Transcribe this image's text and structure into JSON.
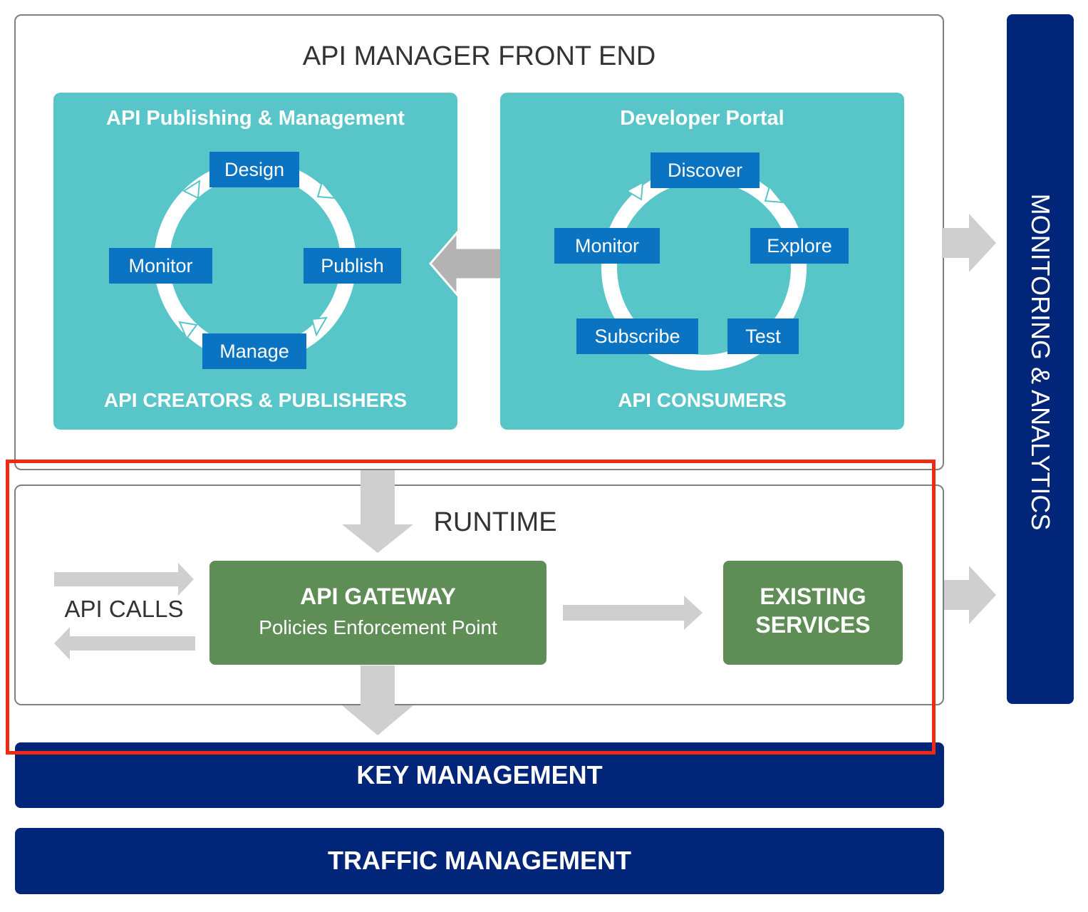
{
  "front_end": {
    "title": "API MANAGER FRONT END",
    "publishing": {
      "title": "API Publishing & Management",
      "steps": {
        "design": "Design",
        "publish": "Publish",
        "manage": "Manage",
        "monitor": "Monitor"
      },
      "footer": "API CREATORS & PUBLISHERS"
    },
    "portal": {
      "title": "Developer Portal",
      "steps": {
        "discover": "Discover",
        "explore": "Explore",
        "test": "Test",
        "subscribe": "Subscribe",
        "monitor": "Monitor"
      },
      "footer": "API CONSUMERS"
    }
  },
  "runtime": {
    "title": "RUNTIME",
    "api_calls": "API CALLS",
    "gateway": {
      "title": "API GATEWAY",
      "subtitle": "Policies Enforcement Point"
    },
    "services": {
      "line1": "EXISTING",
      "line2": "SERVICES"
    }
  },
  "monitoring": "MONITORING & ANALYTICS",
  "key_management": "KEY MANAGEMENT",
  "traffic_management": "TRAFFIC MANAGEMENT",
  "colors": {
    "teal": "#58c6c8",
    "step_blue": "#0b74c2",
    "green": "#5e8e55",
    "navy": "#002579",
    "arrow_gray": "#cfcfcf",
    "highlight_red": "#ee2b12"
  }
}
